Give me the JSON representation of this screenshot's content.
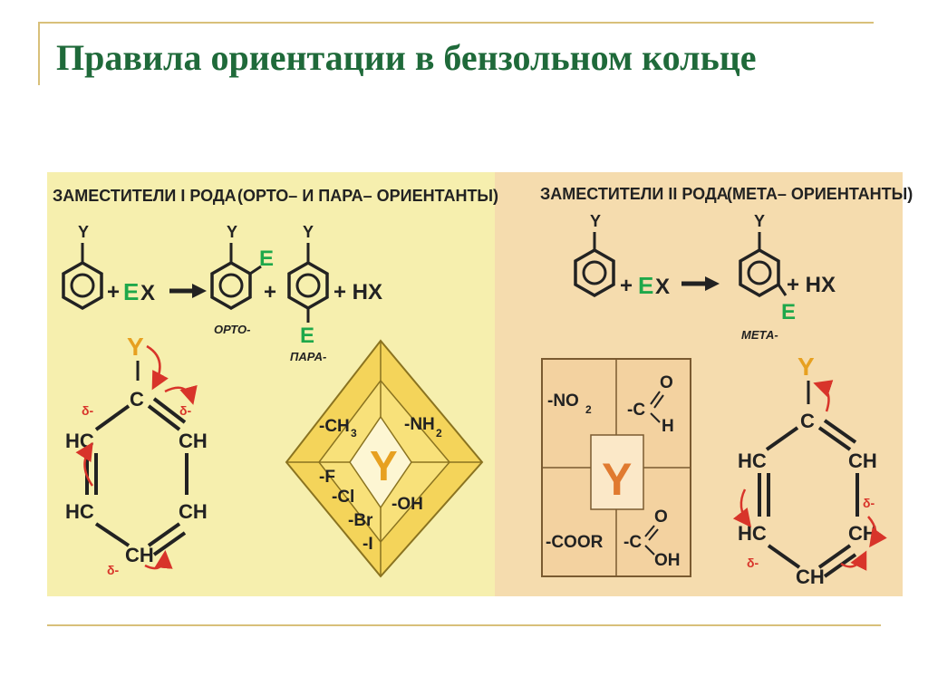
{
  "slide_title": "Правила ориентации в бензольном кольце",
  "left_panel": {
    "heading_a": "ЗАМЕСТИТЕЛИ I РОДА",
    "heading_b": "(ОРТО– И ПАРА– ОРИЕНТАНТЫ)",
    "sub_y": "Y",
    "electrophile": "E",
    "reagent_tail": "X",
    "plus": "+",
    "hx": "+ HX",
    "ortho_label": "ОРТО-",
    "para_label": "ПАРА-",
    "ring_atoms": {
      "top": "C",
      "left_upper": "HC",
      "right_upper": "CH",
      "left_lower": "HC",
      "right_lower": "CH",
      "bottom": "CH"
    },
    "delta": "δ-",
    "diamond": {
      "center": "Y",
      "top_left": "-CH",
      "top_left_sub": "3",
      "top_right": "-NH",
      "top_right_sub": "2",
      "bottom_left_f": "-F",
      "bottom_left_cl": "-Cl",
      "bottom_left_br": "-Br",
      "bottom_left_i": "-I",
      "bottom_right": "-OH"
    }
  },
  "right_panel": {
    "heading_a": "ЗАМЕСТИТЕЛИ II РОДА",
    "heading_b": "(МЕТА– ОРИЕНТАНТЫ)",
    "sub_y": "Y",
    "electrophile": "E",
    "reagent_tail": "X",
    "plus": "+",
    "hx": "+ HX",
    "meta_label": "МЕТА-",
    "ring_atoms": {
      "top": "C",
      "left_upper": "HC",
      "right_upper": "CH",
      "left_lower": "HC",
      "right_lower": "CH",
      "bottom": "CH"
    },
    "delta": "δ-",
    "square": {
      "center": "Y",
      "top_left": "-NO",
      "top_left_sub": "2",
      "top_right_c": "-C",
      "top_right_o": "O",
      "top_right_h": "H",
      "bottom_left": "-COOR",
      "bottom_right_c": "-C",
      "bottom_right_o": "O",
      "bottom_right_oh": "OH"
    }
  },
  "colors": {
    "title": "#1f6a3a",
    "left_bg": "#f6efae",
    "right_bg": "#f5dcae",
    "green_e": "#1ea84a",
    "y_orange": "#e7a020",
    "red_arrow": "#d8342a",
    "diamond_fill": "#f4d45a",
    "square_fill": "#f3d2a0"
  }
}
